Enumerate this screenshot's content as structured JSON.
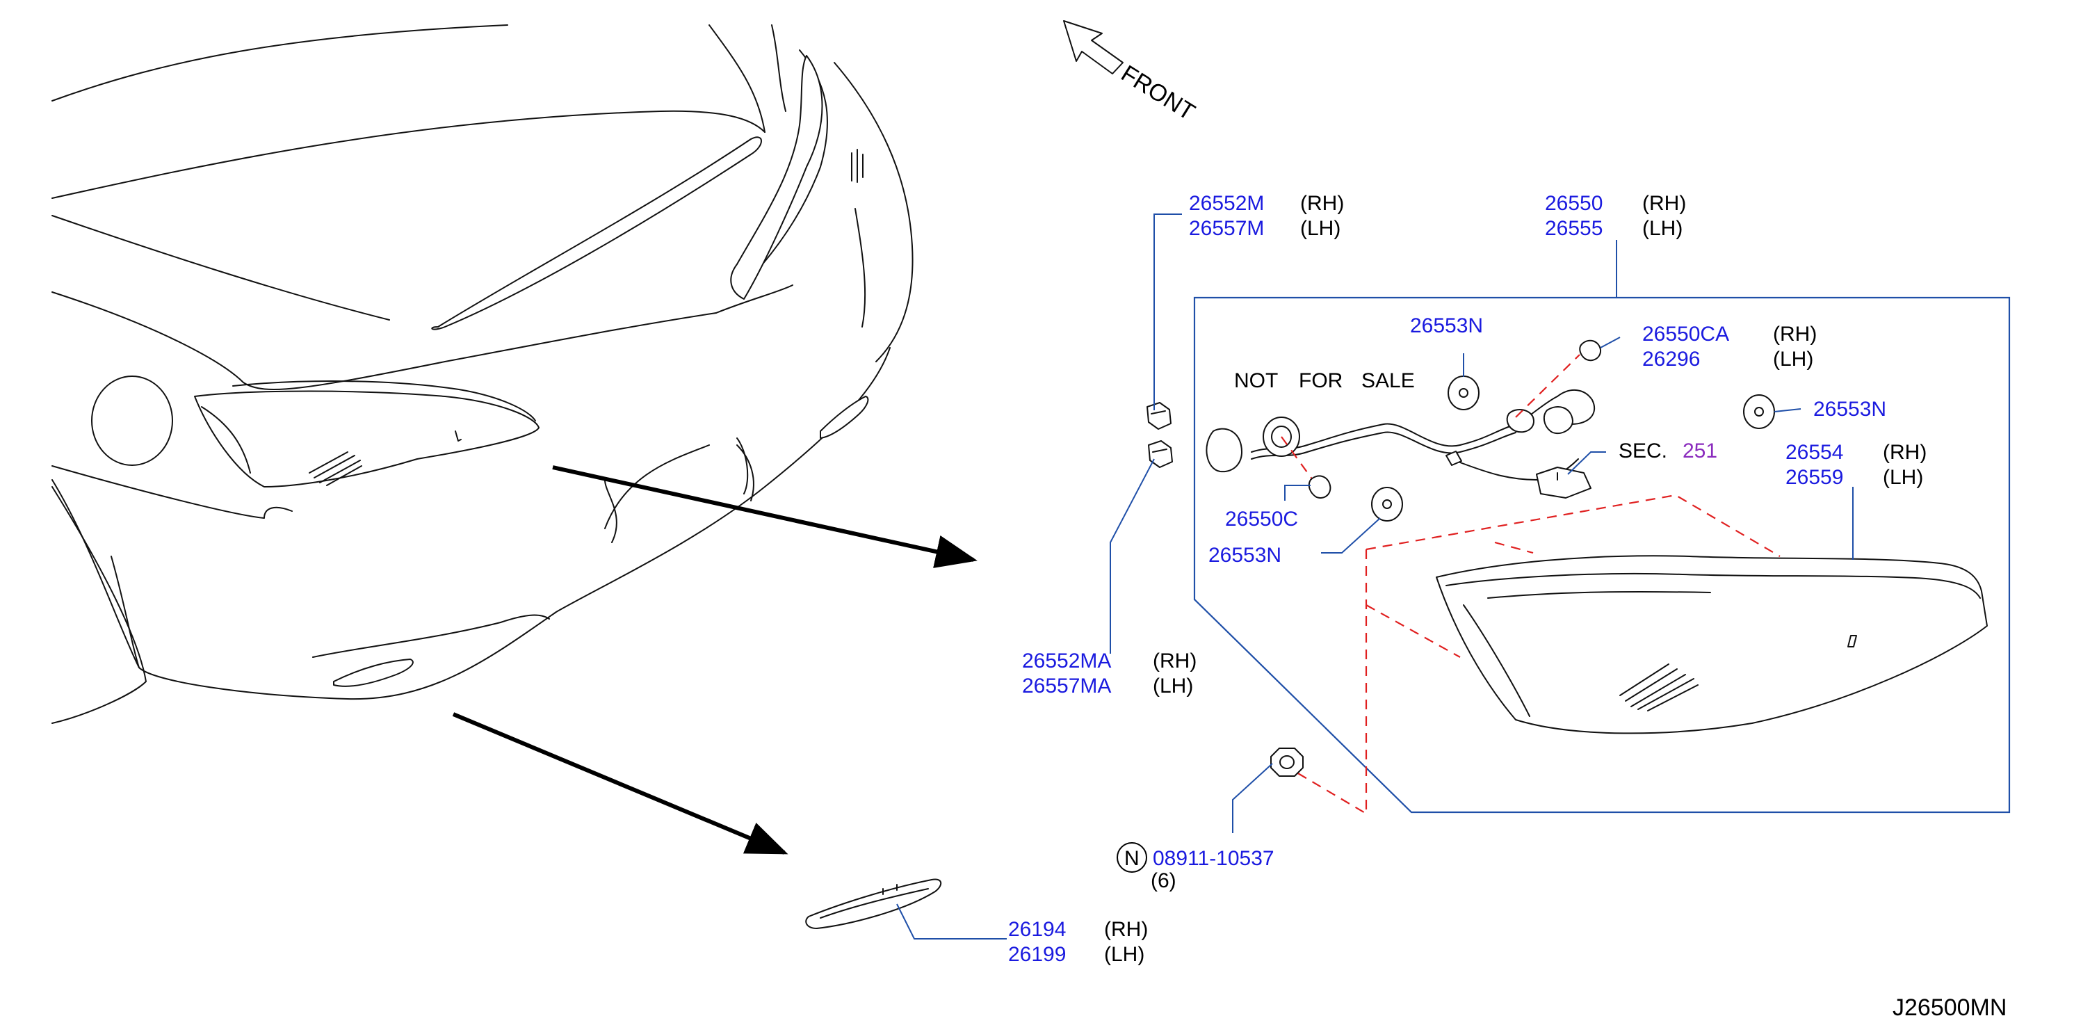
{
  "front_label": "FRONT",
  "not_for_sale": [
    "NOT",
    "FOR",
    "SALE"
  ],
  "drawing_id": "J26500MN",
  "colors": {
    "part_number": "#1a1adf",
    "leader": "#1f4fa8",
    "dashed_link": "#e02020",
    "section_ref": "#8a2bbd"
  },
  "callouts": {
    "bulb_socket_top": {
      "rh": "26552M",
      "lh": "26557M",
      "rh_side": "(RH)",
      "lh_side": "(LH)"
    },
    "headlamp_assy": {
      "rh": "26550",
      "lh": "26555",
      "rh_side": "(RH)",
      "lh_side": "(LH)"
    },
    "cap_top": {
      "pn": "26553N"
    },
    "bulb_top": {
      "rh": "26550CA",
      "lh": "26296",
      "rh_side": "(RH)",
      "lh_side": "(LH)"
    },
    "cap_right": {
      "pn": "26553N"
    },
    "section_ref": {
      "label": "SEC.",
      "number": "251"
    },
    "lamp_unit": {
      "rh": "26554",
      "lh": "26559",
      "rh_side": "(RH)",
      "lh_side": "(LH)"
    },
    "bulb_c": {
      "pn": "26550C"
    },
    "cap_lower": {
      "pn": "26553N"
    },
    "bulb_socket_bottom": {
      "rh": "26552MA",
      "lh": "26557MA",
      "rh_side": "(RH)",
      "lh_side": "(LH)"
    },
    "nut": {
      "symbol": "N",
      "pn": "08911-10537",
      "qty": "(6)"
    },
    "side_marker": {
      "rh": "26194",
      "lh": "26199",
      "rh_side": "(RH)",
      "lh_side": "(LH)"
    }
  }
}
